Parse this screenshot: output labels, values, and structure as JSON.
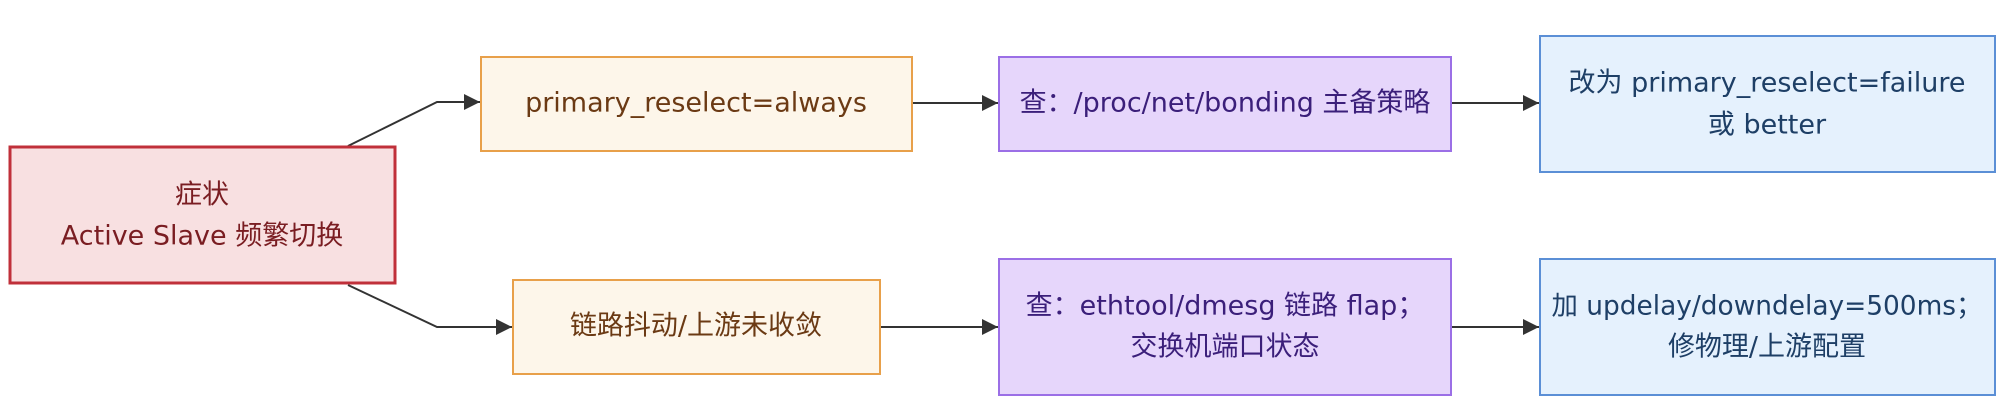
{
  "nodes": {
    "symptom": {
      "lines": [
        "症状",
        "Active Slave 频繁切换"
      ]
    },
    "cause_reselect": {
      "lines": [
        "primary_reselect=always"
      ]
    },
    "cause_flap": {
      "lines": [
        "链路抖动/上游未收敛"
      ]
    },
    "check_bonding": {
      "lines": [
        "查：/proc/net/bonding 主备策略"
      ]
    },
    "check_ethtool": {
      "lines": [
        "查：ethtool/dmesg 链路 flap；",
        "交换机端口状态"
      ]
    },
    "fix_reselect": {
      "lines": [
        "改为 primary_reselect=failure",
        "或 better"
      ]
    },
    "fix_delay": {
      "lines": [
        "加 updelay/downdelay=500ms；",
        "修物理/上游配置"
      ]
    }
  },
  "colors": {
    "symptom_fill": "#f8e0e1",
    "symptom_stroke": "#c0303a",
    "symptom_text": "#7a1d22",
    "cause_fill": "#fdf6ea",
    "cause_stroke": "#e8a04a",
    "cause_text": "#6b3a14",
    "check_fill": "#e6d6fb",
    "check_stroke": "#9b6fe6",
    "check_text": "#3b1f7a",
    "fix_fill": "#e5f1fd",
    "fix_stroke": "#5b8fd6",
    "fix_text": "#1e3f66",
    "edge": "#333333"
  }
}
